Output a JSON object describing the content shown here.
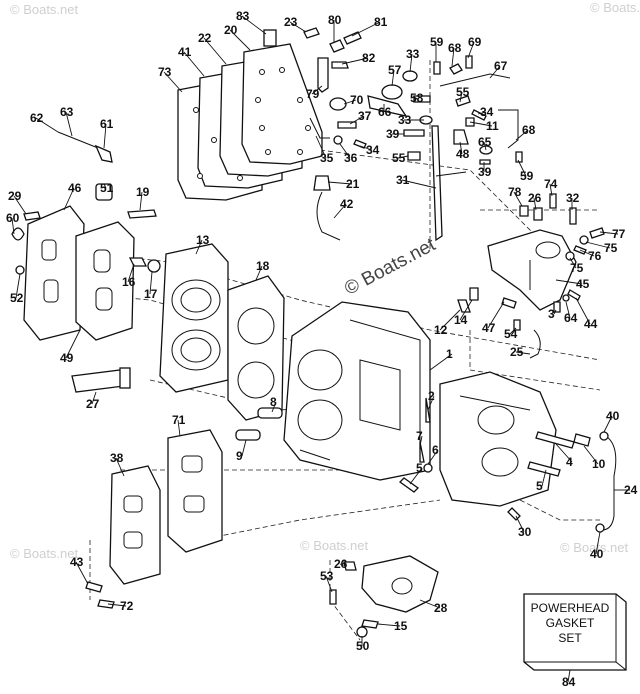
{
  "watermark": {
    "main": "© Boats.net",
    "faint": "© Boats.net"
  },
  "kit_box": {
    "lines": [
      "POWERHEAD",
      "GASKET",
      "SET"
    ]
  },
  "callouts": [
    {
      "id": "c83",
      "label": "83"
    },
    {
      "id": "c23",
      "label": "23"
    },
    {
      "id": "c80",
      "label": "80"
    },
    {
      "id": "c81",
      "label": "81"
    },
    {
      "id": "c20",
      "label": "20"
    },
    {
      "id": "c22",
      "label": "22"
    },
    {
      "id": "c41",
      "label": "41"
    },
    {
      "id": "c73",
      "label": "73"
    },
    {
      "id": "c82",
      "label": "82"
    },
    {
      "id": "c79",
      "label": "79"
    },
    {
      "id": "c70",
      "label": "70"
    },
    {
      "id": "c37",
      "label": "37"
    },
    {
      "id": "c35",
      "label": "35"
    },
    {
      "id": "c36",
      "label": "36"
    },
    {
      "id": "c34a",
      "label": "34"
    },
    {
      "id": "c33a",
      "label": "33"
    },
    {
      "id": "c57",
      "label": "57"
    },
    {
      "id": "c66",
      "label": "66"
    },
    {
      "id": "c59a",
      "label": "59"
    },
    {
      "id": "c68a",
      "label": "68"
    },
    {
      "id": "c69",
      "label": "69"
    },
    {
      "id": "c67",
      "label": "67"
    },
    {
      "id": "c58",
      "label": "58"
    },
    {
      "id": "c55a",
      "label": "55"
    },
    {
      "id": "c33b",
      "label": "33"
    },
    {
      "id": "c39a",
      "label": "39"
    },
    {
      "id": "c55b",
      "label": "55"
    },
    {
      "id": "c34b",
      "label": "34"
    },
    {
      "id": "c11",
      "label": "11"
    },
    {
      "id": "c48",
      "label": "48"
    },
    {
      "id": "c68b",
      "label": "68"
    },
    {
      "id": "c65",
      "label": "65"
    },
    {
      "id": "c39b",
      "label": "39"
    },
    {
      "id": "c59b",
      "label": "59"
    },
    {
      "id": "c62",
      "label": "62"
    },
    {
      "id": "c63",
      "label": "63"
    },
    {
      "id": "c61",
      "label": "61"
    },
    {
      "id": "c21",
      "label": "21"
    },
    {
      "id": "c42",
      "label": "42"
    },
    {
      "id": "c31",
      "label": "31"
    },
    {
      "id": "c78",
      "label": "78"
    },
    {
      "id": "c26a",
      "label": "26"
    },
    {
      "id": "c74",
      "label": "74"
    },
    {
      "id": "c32",
      "label": "32"
    },
    {
      "id": "c77",
      "label": "77"
    },
    {
      "id": "c75a",
      "label": "75"
    },
    {
      "id": "c76",
      "label": "76"
    },
    {
      "id": "c75b",
      "label": "75"
    },
    {
      "id": "c45",
      "label": "45"
    },
    {
      "id": "c29",
      "label": "29"
    },
    {
      "id": "c46",
      "label": "46"
    },
    {
      "id": "c51",
      "label": "51"
    },
    {
      "id": "c19",
      "label": "19"
    },
    {
      "id": "c60",
      "label": "60"
    },
    {
      "id": "c13",
      "label": "13"
    },
    {
      "id": "c18",
      "label": "18"
    },
    {
      "id": "c16",
      "label": "16"
    },
    {
      "id": "c17",
      "label": "17"
    },
    {
      "id": "c52",
      "label": "52"
    },
    {
      "id": "c47",
      "label": "47"
    },
    {
      "id": "c54",
      "label": "54"
    },
    {
      "id": "c3",
      "label": "3"
    },
    {
      "id": "c64",
      "label": "64"
    },
    {
      "id": "c44",
      "label": "44"
    },
    {
      "id": "c14",
      "label": "14"
    },
    {
      "id": "c12",
      "label": "12"
    },
    {
      "id": "c25",
      "label": "25"
    },
    {
      "id": "c49",
      "label": "49"
    },
    {
      "id": "c1",
      "label": "1"
    },
    {
      "id": "c27",
      "label": "27"
    },
    {
      "id": "c2",
      "label": "2"
    },
    {
      "id": "c8",
      "label": "8"
    },
    {
      "id": "c9",
      "label": "9"
    },
    {
      "id": "c71",
      "label": "71"
    },
    {
      "id": "c40a",
      "label": "40"
    },
    {
      "id": "c7",
      "label": "7"
    },
    {
      "id": "c6",
      "label": "6"
    },
    {
      "id": "c4",
      "label": "4"
    },
    {
      "id": "c10",
      "label": "10"
    },
    {
      "id": "c5a",
      "label": "5"
    },
    {
      "id": "c5b",
      "label": "5"
    },
    {
      "id": "c24",
      "label": "24"
    },
    {
      "id": "c38",
      "label": "38"
    },
    {
      "id": "c30",
      "label": "30"
    },
    {
      "id": "c40b",
      "label": "40"
    },
    {
      "id": "c43",
      "label": "43"
    },
    {
      "id": "c26b",
      "label": "26"
    },
    {
      "id": "c53",
      "label": "53"
    },
    {
      "id": "c72",
      "label": "72"
    },
    {
      "id": "c28",
      "label": "28"
    },
    {
      "id": "c15",
      "label": "15"
    },
    {
      "id": "c50",
      "label": "50"
    },
    {
      "id": "c84",
      "label": "84"
    }
  ]
}
